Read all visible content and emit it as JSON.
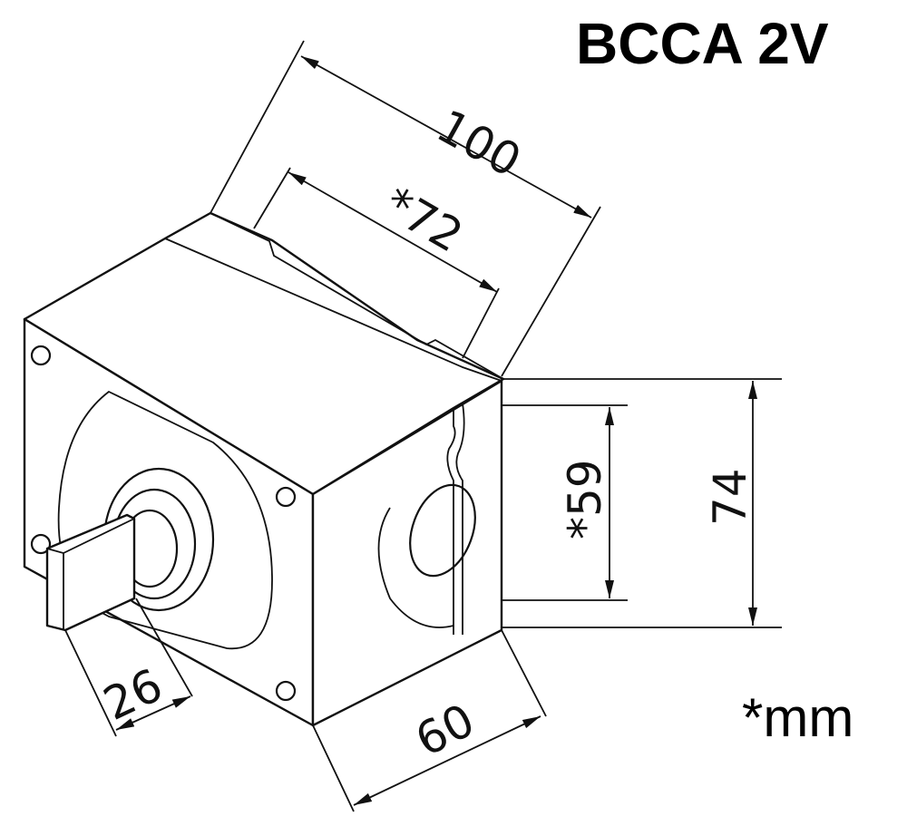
{
  "title": "BCCA 2V",
  "unit_note": "*mm",
  "dimensions": {
    "length": "100",
    "inner_length": "*72",
    "height": "74",
    "inner_height": "*59",
    "width": "60",
    "handle": "26"
  },
  "colors": {
    "line": "#111111",
    "background": "#ffffff"
  }
}
